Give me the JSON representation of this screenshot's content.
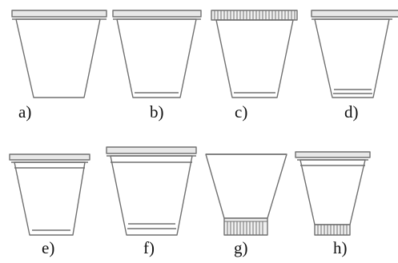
{
  "labels": {
    "a": "a)",
    "b": "b)",
    "c": "c)",
    "d": "d)",
    "e": "e)",
    "f": "f)",
    "g": "g)",
    "h": "h)"
  },
  "colors": {
    "stroke": "#707070",
    "band": "#8a8a8a",
    "text": "#111111"
  }
}
